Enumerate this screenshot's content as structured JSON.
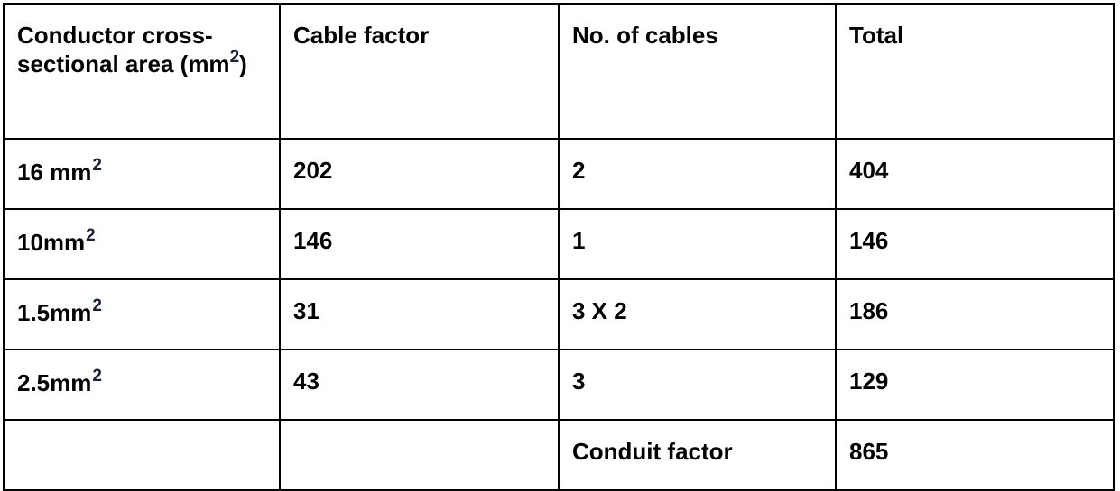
{
  "table": {
    "header": {
      "col1_text": "Conductor cross-sectional area (mm",
      "col1_sup": "2",
      "col1_close": ")",
      "col2": "Cable factor",
      "col3": "No. of cables",
      "col4": "Total"
    },
    "rows": [
      {
        "area": "16 mm",
        "sup": "2",
        "factor": "202",
        "cables": "2",
        "total": "404"
      },
      {
        "area": "10mm",
        "sup": "2",
        "factor": "146",
        "cables": "1",
        "total": "146"
      },
      {
        "area": "1.5mm",
        "sup": "2",
        "factor": "31",
        "cables": "3 X 2",
        "total": "186"
      },
      {
        "area": "2.5mm",
        "sup": "2",
        "factor": "43",
        "cables": "3",
        "total": "129"
      }
    ],
    "footer": {
      "area": "",
      "factor": "",
      "label": "Conduit factor",
      "total": "865"
    }
  }
}
